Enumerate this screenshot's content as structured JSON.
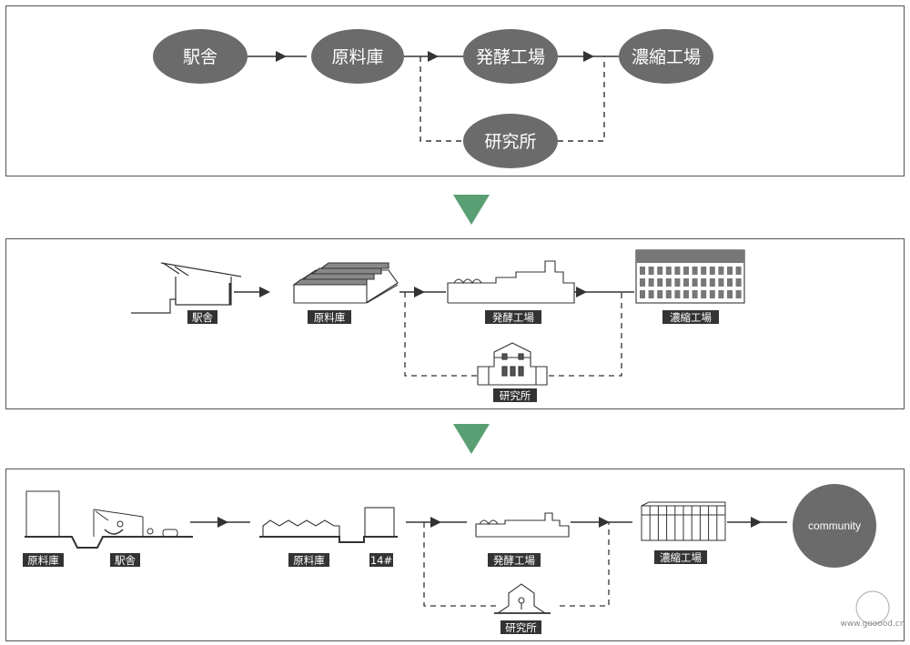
{
  "panel1": {
    "nodes": [
      "駅舎",
      "原料庫",
      "発酵工場",
      "濃縮工場"
    ],
    "lab": "研究所"
  },
  "panel2": {
    "labels": [
      "駅舎",
      "原料庫",
      "発酵工場",
      "濃縮工場",
      "研究所"
    ]
  },
  "panel3": {
    "labels": [
      "原料庫",
      "駅舎",
      "原料庫",
      "14#",
      "発酵工場",
      "濃縮工場",
      "研究所"
    ],
    "community": "community"
  },
  "colors": {
    "oval": "#6b6b6b",
    "arrow_green": "#5a9e73",
    "line": "#333333"
  },
  "watermark": "www.gooood.cn"
}
